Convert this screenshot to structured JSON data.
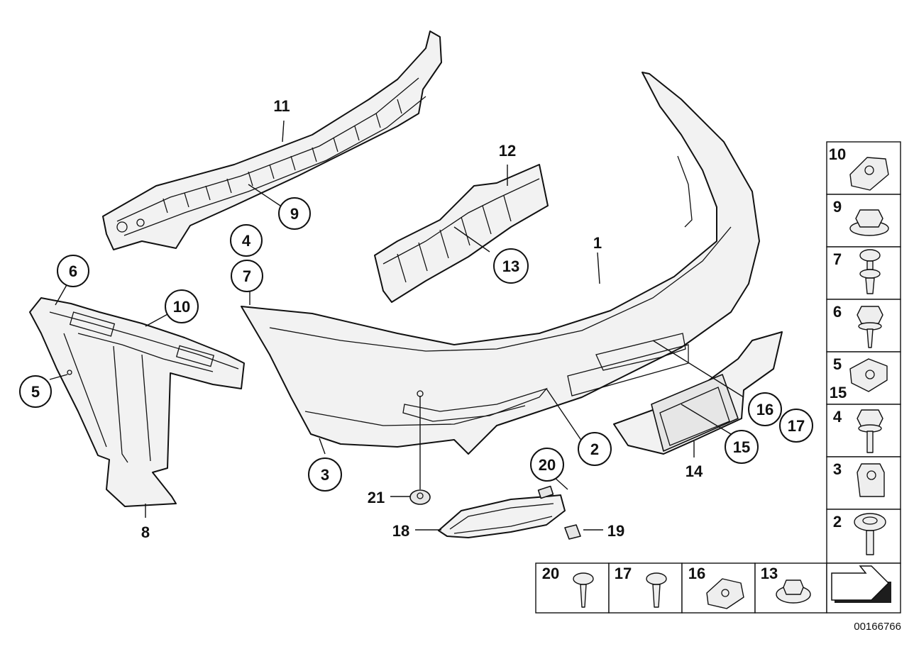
{
  "diagram": {
    "reference_number": "00166766",
    "labels": {
      "p1": "1",
      "p2": "2",
      "p3": "3",
      "p4": "4",
      "p5": "5",
      "p6": "6",
      "p7": "7",
      "p8": "8",
      "p9": "9",
      "p10": "10",
      "p11": "11",
      "p12": "12",
      "p13": "13",
      "p14": "14",
      "p15": "15",
      "p16": "16",
      "p17": "17",
      "p18": "18",
      "p19": "19",
      "p20": "20",
      "p21": "21"
    },
    "fastener_legend_right": [
      "10",
      "9",
      "7",
      "6",
      "5",
      "4",
      "3",
      "2"
    ],
    "fastener_legend_right_extra": "15",
    "fastener_legend_bottom": [
      "20",
      "17",
      "16",
      "13"
    ]
  }
}
